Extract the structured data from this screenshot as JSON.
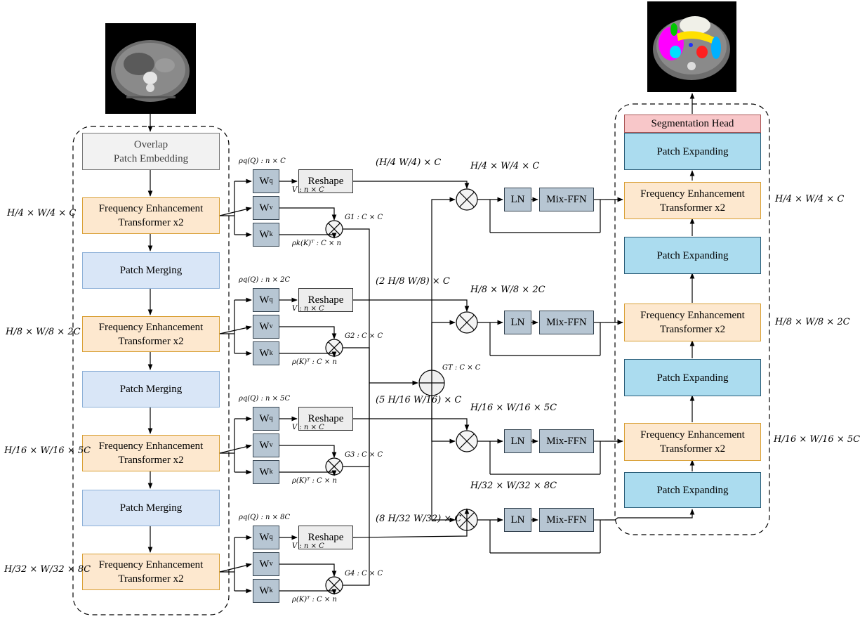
{
  "encoder": {
    "embed": "Overlap\nPatch Embedding",
    "fet": "Frequency Enhancement\nTransformer x2",
    "merge": "Patch Merging",
    "dims": [
      "H/4 × W/4 × C",
      "H/8 × W/8 × 2C",
      "H/16 × W/16 × 5C",
      "H/32 × W/32 × 8C"
    ]
  },
  "attention": {
    "wq": "W",
    "wv": "W",
    "wk": "W",
    "sub_q": "q",
    "sub_v": "v",
    "sub_k": "k",
    "reshape": "Reshape",
    "rho_q": [
      "ρq(Q) : n × C",
      "ρq(Q) : n × 2C",
      "ρq(Q) : n × 5C",
      "ρq(Q) : n × 8C"
    ],
    "v": "V : n × C",
    "rho_k": [
      "ρk(K)ᵀ : C × n",
      "ρ(K)ᵀ : C × n",
      "ρ(K)ᵀ : C × n",
      "ρ(K)ᵀ : C × n"
    ],
    "g": [
      "G1 : C × C",
      "G2 : C × C",
      "G3 : C × C",
      "G4 : C × C"
    ],
    "reshape_out": [
      "(H/4 W/4) × C",
      "(2 H/8 W/8) × C",
      "(5 H/16 W/16) × C",
      "(8 H/32 W/32) × C"
    ],
    "gt": "GT : C × C"
  },
  "ffn": {
    "ln": "LN",
    "mix": "Mix-FFN",
    "dims": [
      "H/4 × W/4 × C",
      "H/8 × W/8 × 2C",
      "H/16 × W/16 × 5C",
      "H/32 × W/32 × 8C"
    ]
  },
  "decoder": {
    "seg": "Segmentation Head",
    "expand": "Patch Expanding",
    "fet": "Frequency Enhancement\nTransformer x2",
    "dims": [
      "H/4 × W/4 × C",
      "H/8 × W/8 × 2C",
      "H/16 × W/16 × 5C"
    ]
  },
  "colors": {
    "orange": "#fde8cf",
    "blue": "#d9e6f7",
    "cyan": "#abdcef",
    "pink": "#f8c7c9",
    "slate": "#b7c6d3"
  }
}
